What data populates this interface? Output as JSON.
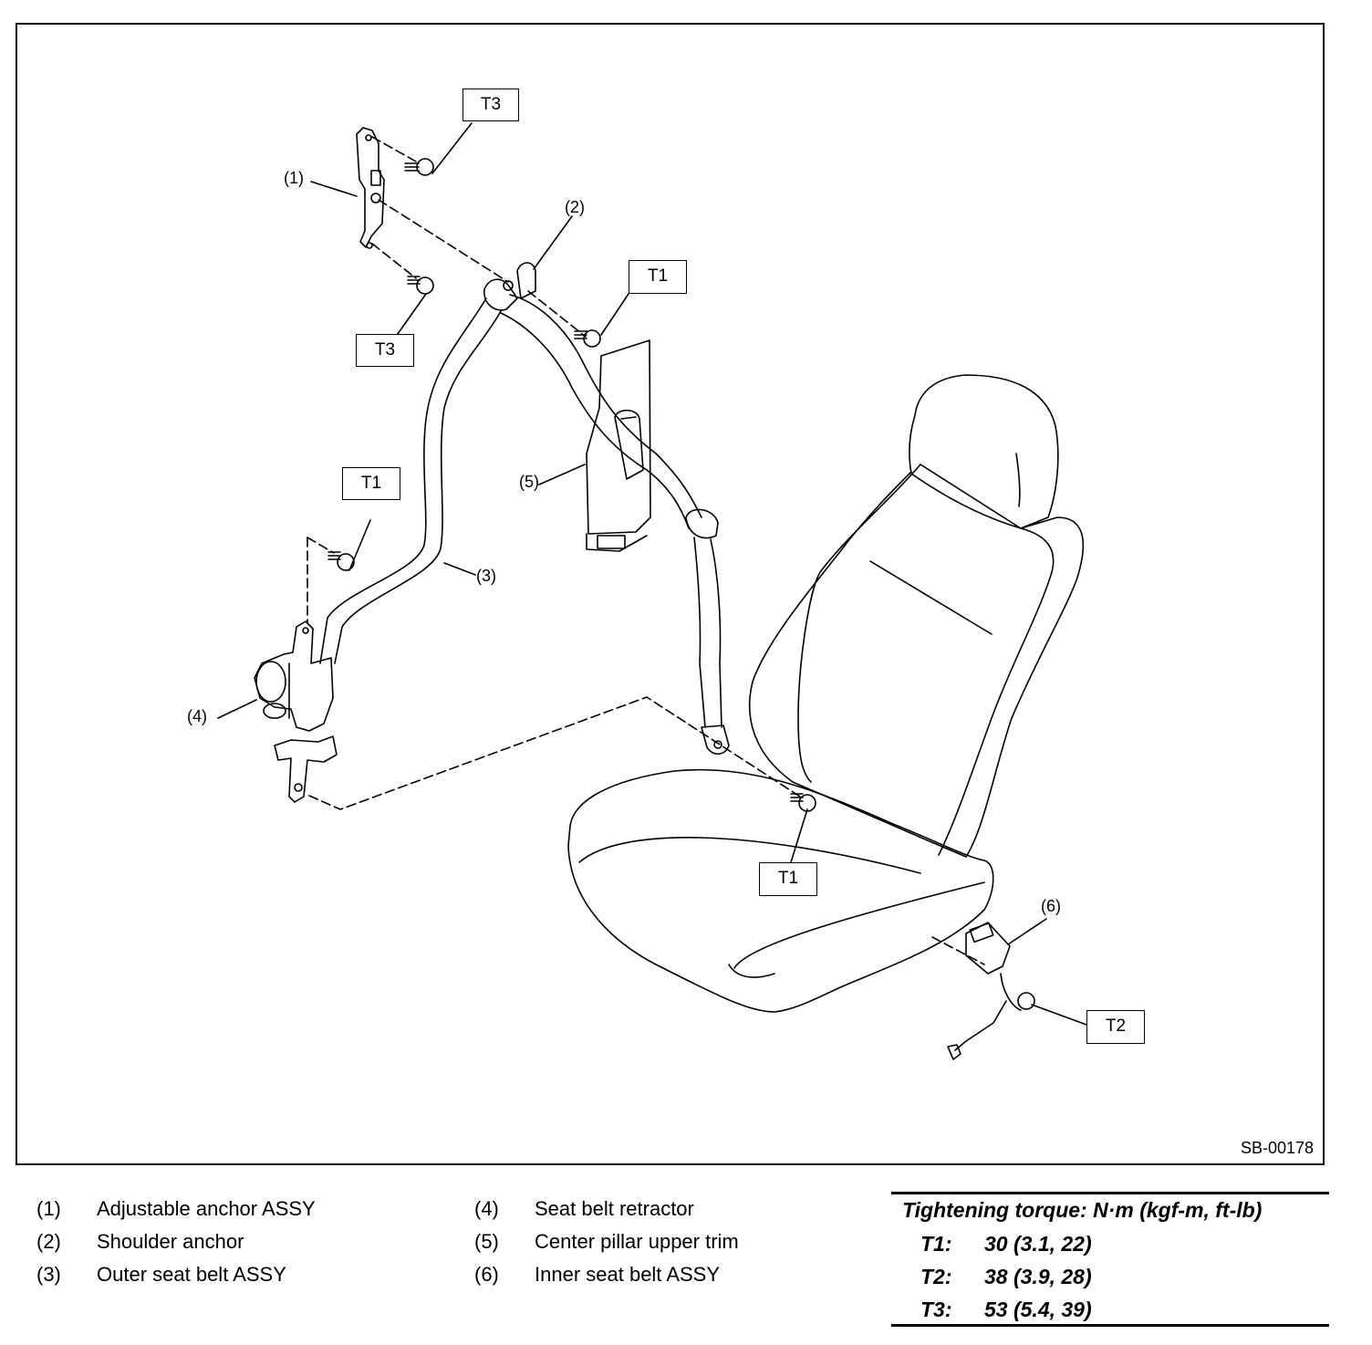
{
  "figure": {
    "id": "SB-00178",
    "callouts": {
      "c1": "(1)",
      "c2": "(2)",
      "c3": "(3)",
      "c4": "(4)",
      "c5": "(5)",
      "c6": "(6)"
    },
    "torque_boxes": {
      "t3_top": "T3",
      "t3_mid": "T3",
      "t1_top": "T1",
      "t1_left": "T1",
      "t1_seat": "T1",
      "t2": "T2"
    }
  },
  "legend": [
    {
      "num": "(1)",
      "text": "Adjustable anchor ASSY"
    },
    {
      "num": "(2)",
      "text": "Shoulder anchor"
    },
    {
      "num": "(3)",
      "text": "Outer seat belt ASSY"
    },
    {
      "num": "(4)",
      "text": "Seat belt retractor"
    },
    {
      "num": "(5)",
      "text": "Center pillar upper trim"
    },
    {
      "num": "(6)",
      "text": "Inner seat belt ASSY"
    }
  ],
  "torque": {
    "title": "Tightening torque: N·m (kgf-m, ft-lb)",
    "rows": [
      {
        "key": "T1:",
        "value": "30 (3.1, 22)"
      },
      {
        "key": "T2:",
        "value": "38 (3.9, 28)"
      },
      {
        "key": "T3:",
        "value": "53 (5.4, 39)"
      }
    ]
  }
}
